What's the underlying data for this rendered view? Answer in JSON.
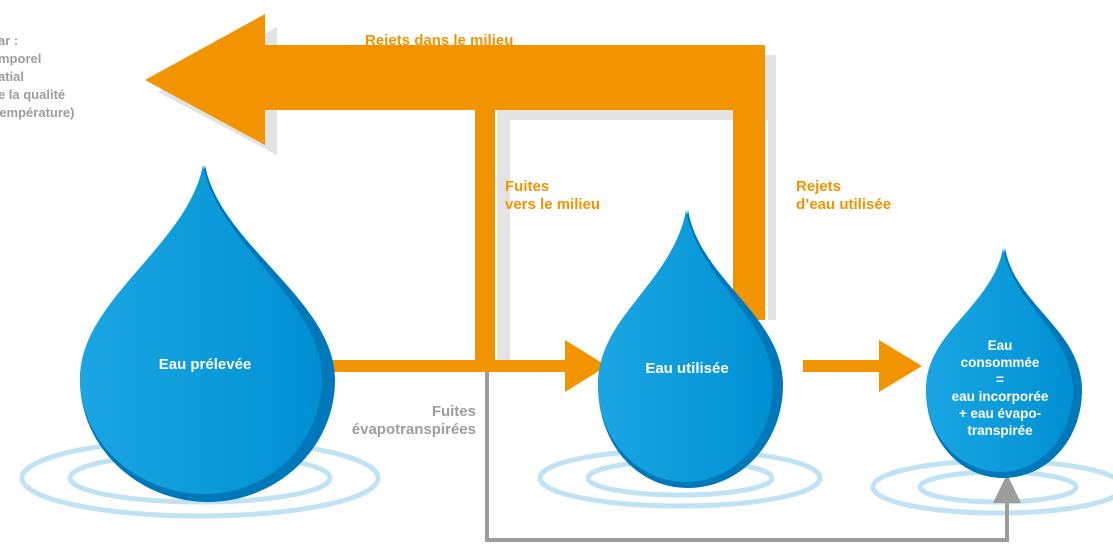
{
  "note": {
    "lines": [
      "ar :",
      "mporel",
      "atial",
      "de la qualité",
      "température)"
    ]
  },
  "labels": {
    "rejets_milieu": "Rejets dans le milieu",
    "fuites_milieu_1": "Fuites",
    "fuites_milieu_2": "vers le milieu",
    "rejets_eau_1": "Rejets",
    "rejets_eau_2": "d’eau utilisée",
    "fuites_evapo_1": "Fuites",
    "fuites_evapo_2": "évapotranspirées"
  },
  "drops": {
    "preleve": "Eau prélevée",
    "utilisee": "Eau utilisée",
    "consommee": [
      "Eau",
      "consommée",
      "=",
      "eau incorporée",
      "+ eau évapo-",
      "transpirée"
    ]
  },
  "colors": {
    "drop": "#0096D6",
    "drop_dark": "#0077B8",
    "orange": "#F29400",
    "grey": "#9D9D9C",
    "shadow": "#E3E3E3",
    "ripple": "#BFE3F4"
  }
}
